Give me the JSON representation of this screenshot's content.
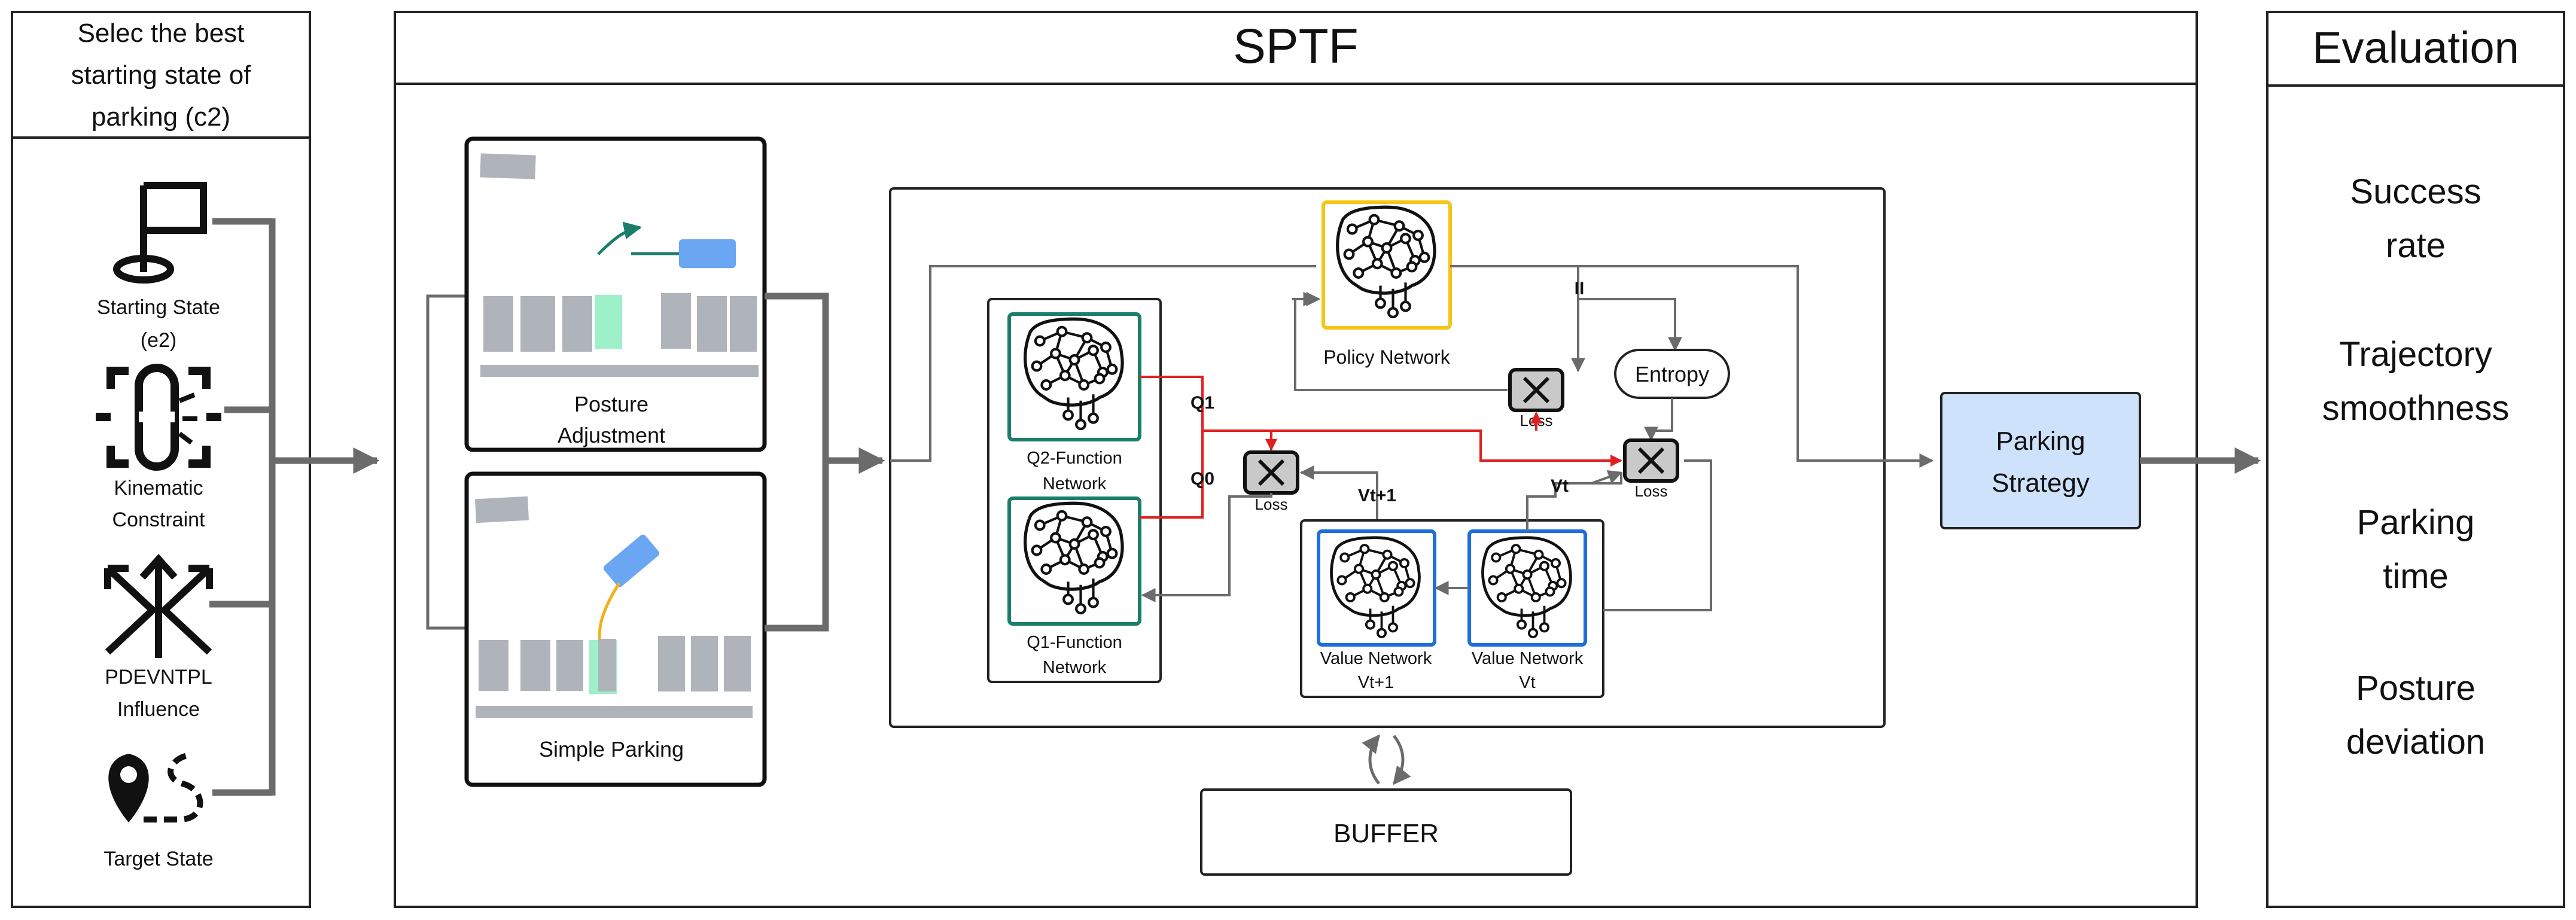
{
  "left_panel": {
    "title": [
      "Selec the best",
      "starting state of",
      "parking (c2)"
    ],
    "items": [
      {
        "label": [
          "Starting State",
          "(e2)"
        ],
        "icon": "flag-icon"
      },
      {
        "label": [
          "Kinematic",
          "Constraint"
        ],
        "icon": "broken-link-icon"
      },
      {
        "label": [
          "PDEVNTPL",
          "Influence"
        ],
        "icon": "merge-arrows-icon"
      },
      {
        "label": [
          "Target State"
        ],
        "icon": "map-pin-route-icon"
      }
    ]
  },
  "center_panel": {
    "title": "SPTF",
    "scenarios": [
      {
        "label": [
          "Posture",
          "Adjustment"
        ]
      },
      {
        "label": [
          "Simple Parking"
        ]
      }
    ],
    "networks": {
      "policy": "Policy Network",
      "q2": [
        "Q2-Function",
        "Network"
      ],
      "q1": [
        "Q1-Function",
        "Network"
      ],
      "value_next": [
        "Value Network",
        "Vt+1"
      ],
      "value_now": [
        "Value Network",
        "Vt"
      ],
      "entropy": "Entropy",
      "loss": "Loss",
      "labels": {
        "q1": "Q1",
        "q0": "Q0",
        "vt1": "Vt+1",
        "vt": "Vt",
        "pi": "II"
      }
    },
    "buffer": "BUFFER"
  },
  "strategy": [
    "Parking",
    "Strategy"
  ],
  "right_panel": {
    "title": "Evaluation",
    "metrics": [
      [
        "Success",
        "rate"
      ],
      [
        "Trajectory",
        "smoothness"
      ],
      [
        "Parking",
        "time"
      ],
      [
        "Posture",
        "deviation"
      ]
    ]
  },
  "colors": {
    "policy_border": "#f5c518",
    "qnet_border": "#1a7f6a",
    "vnet_border": "#1e6fd9",
    "strategy_fill": "#cfe2fb",
    "red_line": "#e02020",
    "car_blue": "#6aa6f2",
    "spot_green": "#9ef0c8",
    "arrow_teal": "#1a7f6a",
    "arrow_yellow": "#f2b01e"
  }
}
